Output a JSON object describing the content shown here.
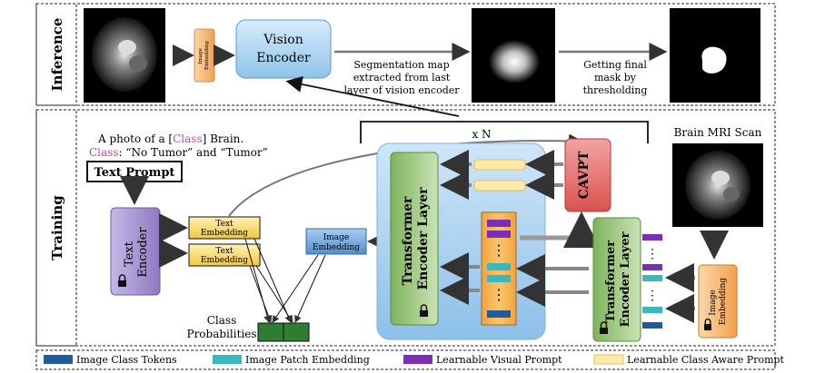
{
  "sections": {
    "inference": "Inference",
    "training": "Training"
  },
  "inference": {
    "image_embedding": [
      "Image",
      "Embedding"
    ],
    "vision_encoder": [
      "Vision",
      "Encoder"
    ],
    "seg_caption": [
      "Segmentation map",
      "extracted from last",
      "layer of vision encoder"
    ],
    "mask_caption": [
      "Getting final",
      "mask by",
      "thresholding"
    ]
  },
  "training": {
    "prompt_line1_pre": "A photo of a [",
    "prompt_line1_class": "Class",
    "prompt_line1_post": "] Brain.",
    "prompt_line2_class": "Class",
    "prompt_line2_rest": ": “No Tumor” and “Tumor”",
    "text_prompt": "Text Prompt",
    "text_encoder": [
      "Text",
      "Encoder"
    ],
    "text_embedding_1": [
      "Text",
      "Embedding"
    ],
    "text_embedding_2": [
      "Text",
      "Embedding"
    ],
    "image_embedding_mid": [
      "Image",
      "Embedding"
    ],
    "class_probabilities": [
      "Class",
      "Probabilities"
    ],
    "transformer_1": [
      "Transformer",
      "Encoder Layer"
    ],
    "transformer_2": [
      "Transformer",
      "Encoder Layer"
    ],
    "cavpt": "CAVPT",
    "repeat": "x N",
    "brain_mri": "Brain MRI Scan",
    "image_embedding_right": [
      "Image",
      "Embedding"
    ],
    "dots": "⋮"
  },
  "legend": [
    {
      "label": "Image Class Tokens",
      "color": "#1f5c99"
    },
    {
      "label": "Image Patch Embedding",
      "color": "#3bb7bf"
    },
    {
      "label": "Learnable Visual Prompt",
      "color": "#7a2fb5"
    },
    {
      "label": "Learnable Class Aware Prompt",
      "color": "#fde9a8"
    }
  ],
  "colors": {
    "class_highlight": "#b0519a",
    "vision_encoder": "#a9d3f0",
    "embedding_orange": "#f6b26b",
    "text_encoder": "#9b87c7",
    "text_embedding": "#f9d86b",
    "image_embedding_blue": "#5b9bd5",
    "transformer_green": "#a3c98a",
    "cavpt": "#e06666",
    "class_prob": "#2e7d32"
  }
}
